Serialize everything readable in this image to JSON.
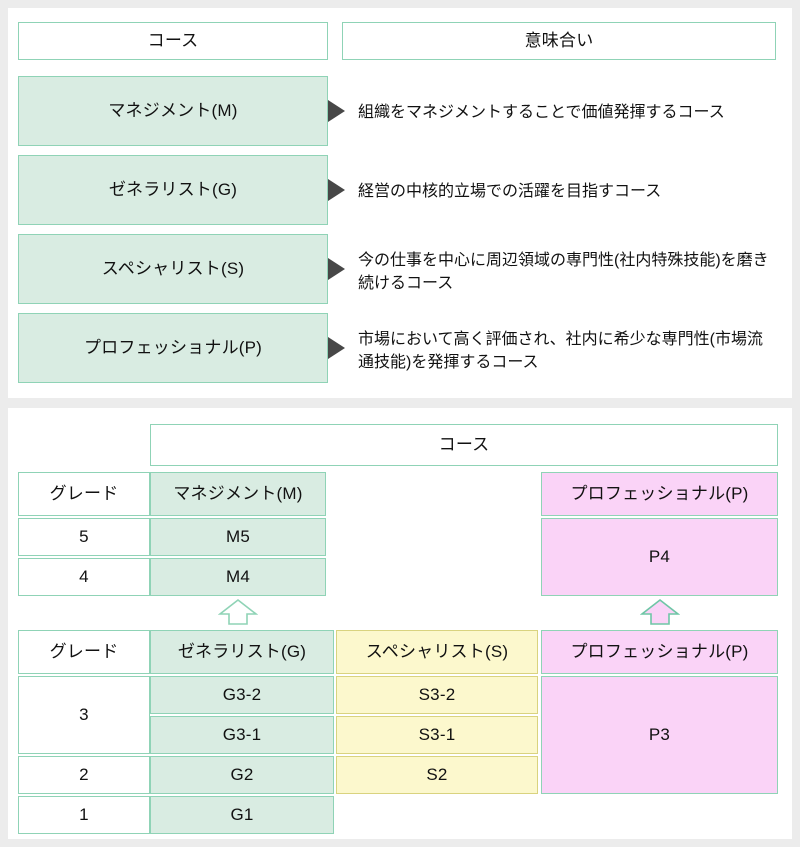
{
  "theme": {
    "page_background": "#ececec",
    "panel_background": "#ffffff",
    "green_fill": "#d9ece2",
    "green_border": "#8fd3b6",
    "pink_fill": "#fad3f7",
    "yellow_fill": "#fcf8cd",
    "yellow_border": "#d9d37f",
    "triangle_color": "#474747",
    "text_color": "#111111"
  },
  "top_section": {
    "headers": {
      "course": "コース",
      "meaning": "意味合い"
    },
    "rows": [
      {
        "course": "マネジメント(M)",
        "meaning": "組織をマネジメントすることで価値発揮するコース"
      },
      {
        "course": "ゼネラリスト(G)",
        "meaning": "経営の中核的立場での活躍を目指すコース"
      },
      {
        "course": "スペシャリスト(S)",
        "meaning": "今の仕事を中心に周辺領域の専門性(社内特殊技能)を磨き続けるコース"
      },
      {
        "course": "プロフェッショナル(P)",
        "meaning": "市場において高く評価され、社内に希少な専門性(市場流通技能)を発揮するコース"
      }
    ]
  },
  "bottom_section": {
    "course_header": "コース",
    "upper_table": {
      "grade_header": "グレード",
      "course_m": "マネジメント(M)",
      "course_p": "プロフェッショナル(P)",
      "grades": [
        "5",
        "4"
      ],
      "m_cells": [
        "M5",
        "M4"
      ],
      "p_cell": "P4"
    },
    "lower_table": {
      "grade_header": "グレード",
      "course_g": "ゼネラリスト(G)",
      "course_s": "スペシャリスト(S)",
      "course_p": "プロフェッショナル(P)",
      "grades": [
        "3",
        "2",
        "1"
      ],
      "g_cells": [
        "G3-2",
        "G3-1",
        "G2",
        "G1"
      ],
      "s_cells": [
        "S3-2",
        "S3-1",
        "S2"
      ],
      "p_cell": "P3"
    }
  }
}
